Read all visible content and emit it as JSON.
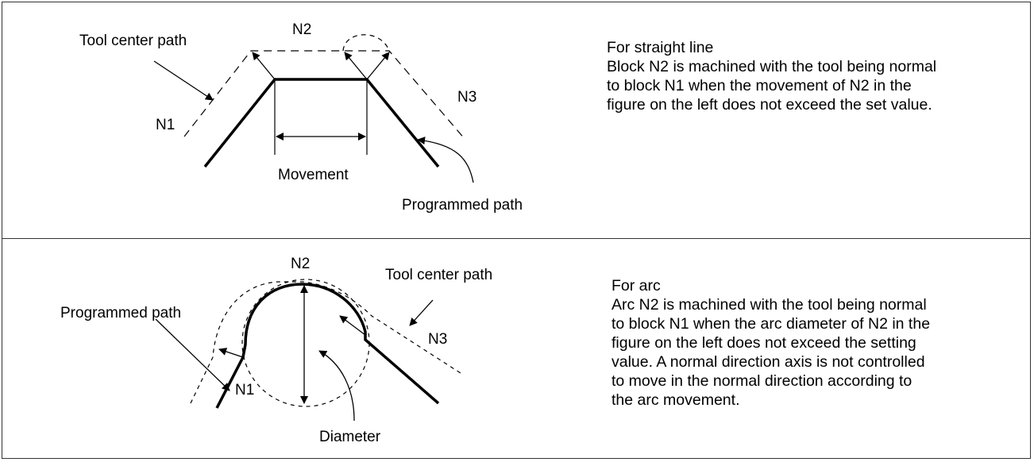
{
  "straight": {
    "labels": {
      "tool_center_path": "Tool center path",
      "n1": "N1",
      "n2": "N2",
      "n3": "N3",
      "movement": "Movement",
      "programmed_path": "Programmed path"
    },
    "description": [
      "For straight line",
      "Block N2 is machined with the tool being normal",
      "to block N1 when the movement of N2 in the",
      "figure on the left does not exceed the set value."
    ]
  },
  "arc": {
    "labels": {
      "n2": "N2",
      "tool_center_path": "Tool center path",
      "programmed_path": "Programmed path",
      "n3": "N3",
      "n1": "N1",
      "diameter": "Diameter"
    },
    "description": [
      "For arc",
      "Arc N2 is machined with the tool being normal",
      "to block N1 when the arc diameter of N2 in the",
      "figure on the left does not exceed the setting",
      "value.  A normal direction axis is not controlled",
      "to move in the normal direction according to",
      "the arc movement."
    ]
  }
}
